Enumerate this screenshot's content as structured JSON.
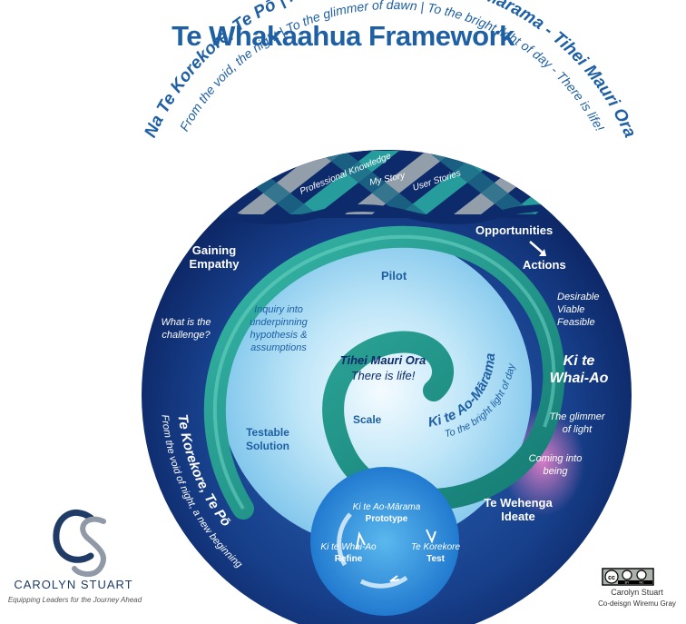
{
  "title": "Te Whakaahua Framework",
  "arc_heading": "Na Te Korekore, Te Pō | Ki te Whai-Ao | Ki te Ao-Mārama - Tihei Mauri Ora",
  "arc_subheading": "From the void, the night | To the glimmer of dawn | To the bright light of day - There is life!",
  "weave_labels": [
    "Professional Knowledge",
    "My Story",
    "User Stories"
  ],
  "left": {
    "gaining": [
      "Gaining",
      "Empathy"
    ],
    "challenge": [
      "What is the",
      "challenge?"
    ],
    "korekore_title": "Te Korekore, Te Pō",
    "korekore_sub": "From the void of night, a new beginning"
  },
  "right": {
    "opportunities": "Opportunities",
    "actions": "Actions",
    "dvf": [
      "Desirable",
      "Viable",
      "Feasible"
    ],
    "whai_ao": [
      "Ki te",
      "Whai-Ao"
    ],
    "glimmer": [
      "The glimmer",
      "of light"
    ],
    "coming": [
      "Coming into",
      "being"
    ],
    "wehenga": [
      "Te Wehenga",
      "Ideate"
    ]
  },
  "inner": {
    "pilot": "Pilot",
    "inquiry": [
      "Inquiry into",
      "underpinning",
      "hypothesis &",
      "assumptions"
    ],
    "tihei": [
      "Tihei Mauri Ora",
      "There is life!"
    ],
    "scale": "Scale",
    "testable": [
      "Testable",
      "Solution"
    ],
    "ao_marama_title": "Ki te Ao-Mārama",
    "ao_marama_sub": "To the bright light of day"
  },
  "cycle": {
    "top": [
      "Ki te Ao-Mārama",
      "Prototype"
    ],
    "left": [
      "Ki te Whai-Ao",
      "Refine"
    ],
    "right": [
      "Te Korekore",
      "Test"
    ]
  },
  "logo": {
    "monogram": "CS",
    "name": "CAROLYN STUART",
    "tagline": "Equipping Leaders for the Journey Ahead"
  },
  "license": {
    "badge": [
      "cc",
      "BY",
      "NC"
    ],
    "author": "Carolyn Stuart",
    "codesign": "Co-deisgn Wiremu Gray"
  },
  "colors": {
    "title": "#1f5fa3",
    "navy": "#0d2b6b",
    "outer_ring": "#163d86",
    "teal": "#1e9a8e",
    "light_blue": "#d6f0fb",
    "pink": "#c46bb3"
  }
}
